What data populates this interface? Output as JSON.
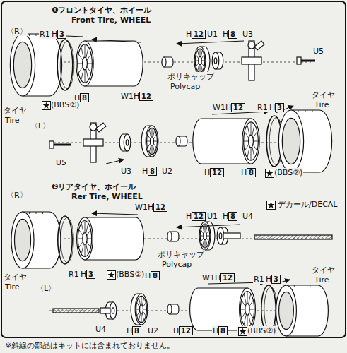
{
  "diagram": {
    "labels": [
      "❶フロントタイヤ、ホイール",
      "Front Tire, WHEEL",
      "〈R〉",
      "R1",
      "H",
      "3",
      "H",
      "12",
      "U1",
      "H",
      "8",
      "U3",
      "U5",
      "(BBS②)",
      "H",
      "8",
      "W1",
      "H",
      "12",
      "ポリキャップ",
      "Polycap",
      "タイヤ",
      "Tire",
      "〈L〉",
      "U5",
      "U3",
      "H",
      "8",
      "U2",
      "H",
      "12",
      "W1",
      "H",
      "12",
      "R1",
      "H",
      "3",
      "タイヤ",
      "Tire",
      "H",
      "8",
      "(BBS②)",
      "❷リアタイヤ、ホイール",
      "Rer Tire, WHEEL",
      "〈R〉",
      "W1",
      "H",
      "12",
      "タイヤ",
      "Tire",
      "H",
      "12",
      "U1",
      "H",
      "8",
      "U4",
      "ポリキャップ",
      "Polycap",
      "R1",
      "H",
      "3",
      "(BBS②)",
      "H",
      "8",
      "〈L〉",
      "W1",
      "H",
      "12",
      "R1",
      "H",
      "3",
      "U4",
      "H",
      "8",
      "U2",
      "H",
      "12",
      "H",
      "8",
      "(BBS②)",
      "タイヤ",
      "Tire"
    ],
    "caption": "※斜線の部品はキットには含まれておりません。",
    "legend": [
      {
        "text": "デカール/DECAL"
      }
    ]
  }
}
